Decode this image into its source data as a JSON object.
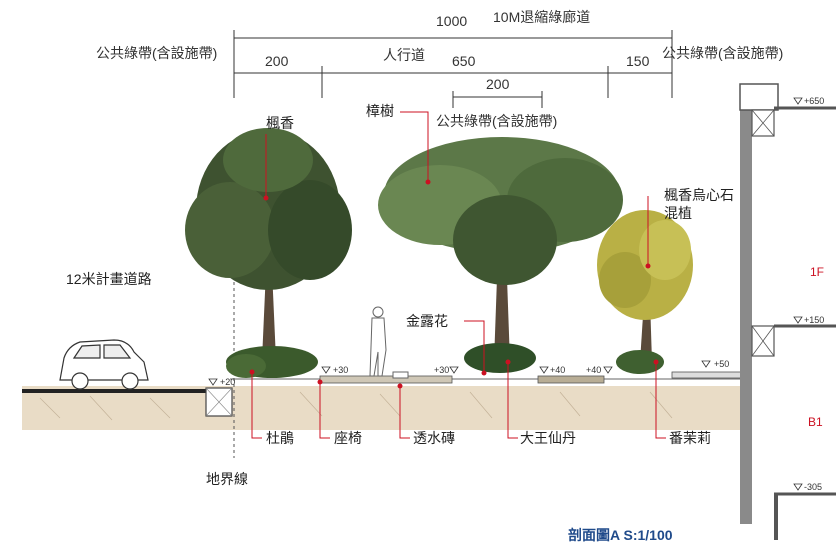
{
  "dimensions": {
    "total": "1000",
    "setback_label": "10M退縮綠廊道",
    "left_zone": "公共綠帶(含設施帶)",
    "left_width": "200",
    "walkway": "人行道",
    "walkway_width": "650",
    "right_width": "150",
    "right_zone": "公共綠帶(含設施帶)",
    "inner_width": "200",
    "inner_zone": "公共綠帶(含設施帶)"
  },
  "labels": {
    "road": "12米計畫道路",
    "boundary": "地界線",
    "maple": "楓香",
    "camphor": "樟樹",
    "golden_dewdrop": "金露花",
    "mixed": "楓香烏心石混植",
    "mixed_line1": "楓香烏心石",
    "mixed_line2": "混植",
    "azalea": "杜鵑",
    "bench": "座椅",
    "paver": "透水磚",
    "ixora": "大王仙丹",
    "jasmine": "番茉莉"
  },
  "levels": [
    "+20",
    "+30",
    "+30",
    "+40",
    "+40",
    "+50",
    "+650",
    "+150",
    "-305"
  ],
  "floors": [
    "1F",
    "B1"
  ],
  "title": "剖面圖A  S:1/100",
  "colors": {
    "leader": "#cc1122",
    "title": "#1f4a8a",
    "tree_dark": "#3e5230",
    "tree_yellow": "#b9b045",
    "ground": "#e9dcc6",
    "building": "#8a8a8a"
  }
}
